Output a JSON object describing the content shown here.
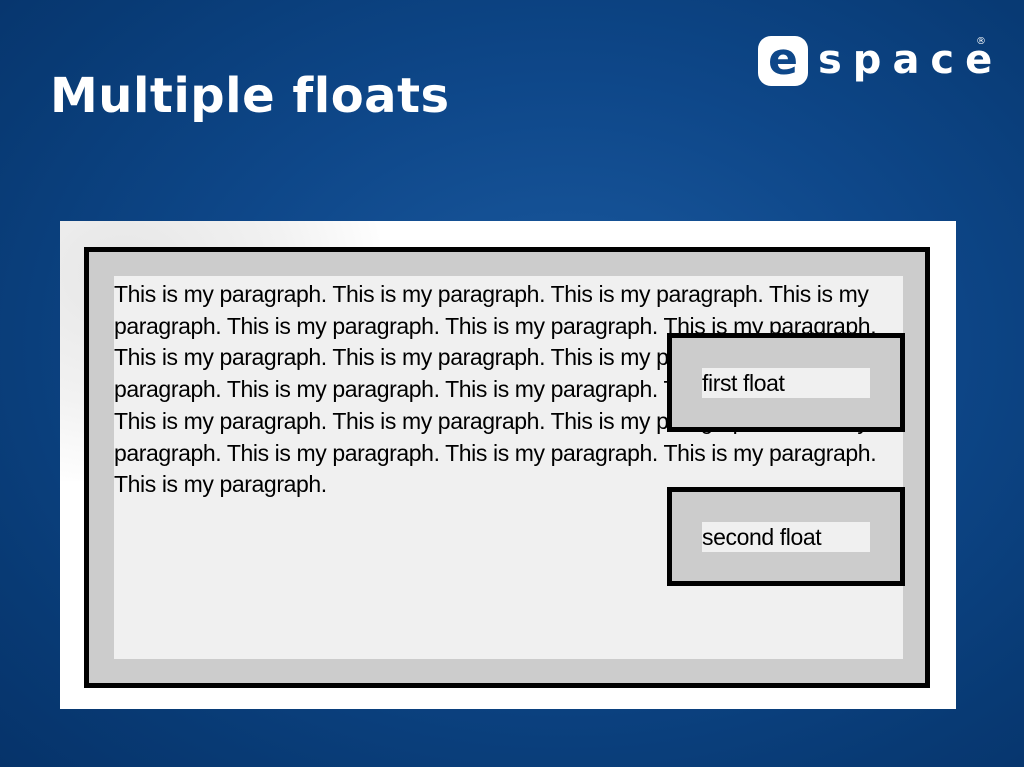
{
  "slide": {
    "title": "Multiple floats"
  },
  "logo": {
    "badge_letter": "e",
    "rest": "space",
    "registered_mark": "®"
  },
  "example": {
    "paragraph": "This is my paragraph. This is my paragraph. This is my paragraph. This is my paragraph. This is my paragraph. This is my paragraph. This is my paragraph. This is my paragraph. This is my paragraph. This is my paragraph. This is my paragraph. This is my paragraph. This is my paragraph. This is my paragraph. This is my paragraph. This is my paragraph. This is my paragraph. This is my paragraph. This is my paragraph. This is my paragraph. This is my paragraph. This is my paragraph.",
    "first_float": "first float",
    "second_float": "second float"
  },
  "colors": {
    "background": "#0e4789",
    "outer_box": "#cccccc",
    "paragraph_background": "#f0f0f0",
    "border": "#000000"
  }
}
